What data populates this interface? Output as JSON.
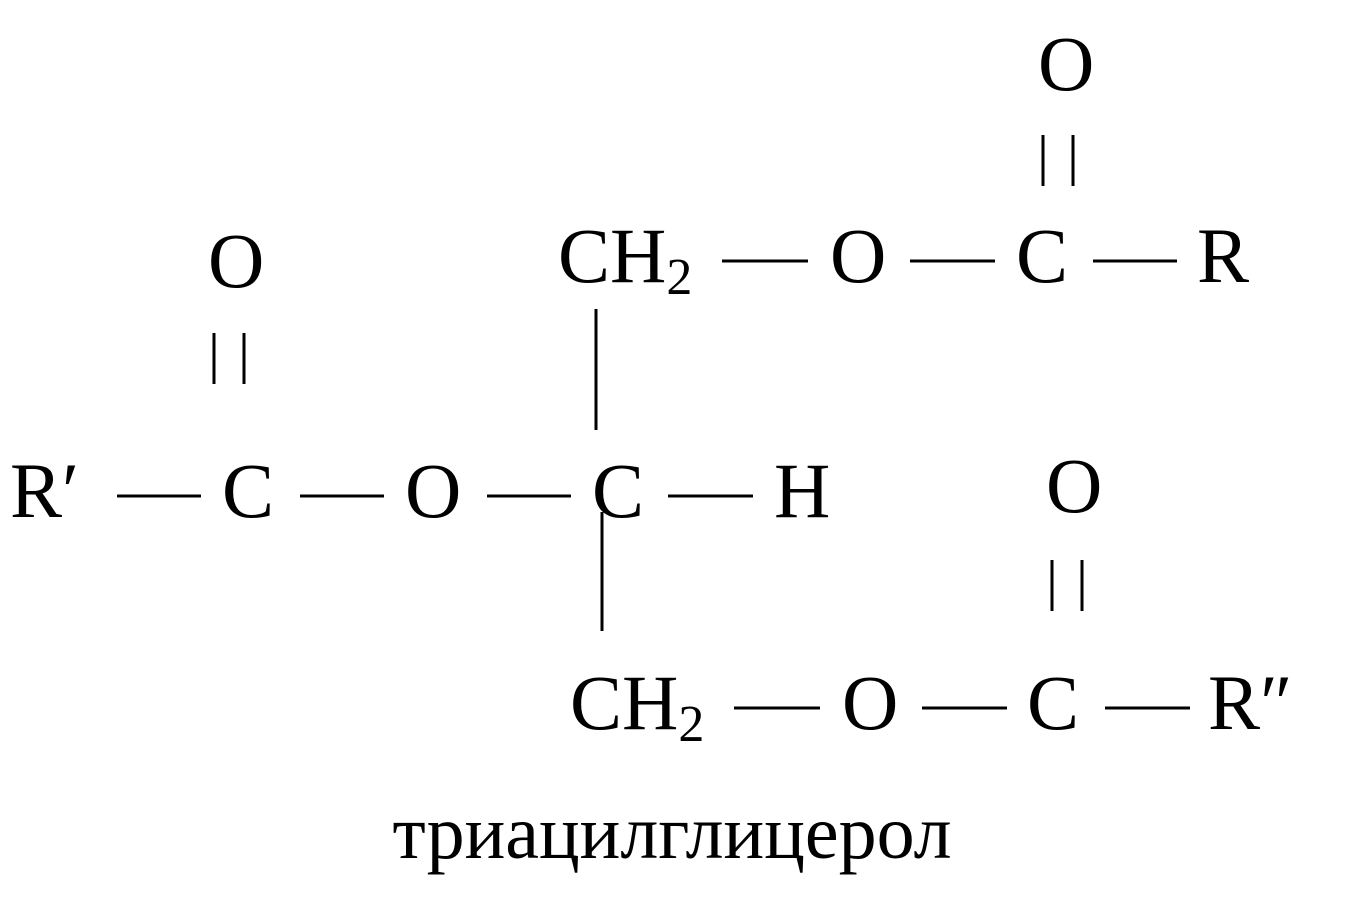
{
  "molecule": {
    "atoms": {
      "ch2_top": "CH",
      "ch2_top_sub": "2",
      "o_top_ester": "O",
      "c_top_carbonyl": "C",
      "o_top_carbonyl": "O",
      "r_top": "R",
      "r_prime": "R′",
      "c_left_carbonyl": "C",
      "o_left_carbonyl": "O",
      "o_left_ester": "O",
      "c_center": "C",
      "h_center": "H",
      "ch2_bottom": "CH",
      "ch2_bottom_sub": "2",
      "o_bottom_ester": "O",
      "c_bottom_carbonyl": "C",
      "o_bottom_carbonyl": "O",
      "r_double_prime": "R″"
    },
    "caption": "триацилглицерол"
  },
  "colors": {
    "background": "#ffffff",
    "ink": "#000000"
  }
}
